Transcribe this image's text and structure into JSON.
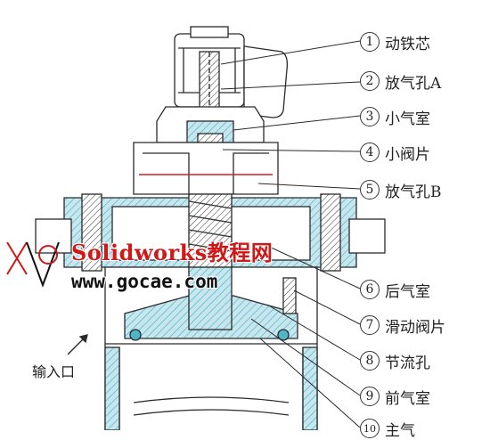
{
  "colors": {
    "line": "#2a2a2a",
    "hatch_cyan": "#4fb5c9",
    "fill_cyan": "#c7e6ee",
    "bore_red": "#d02020",
    "watermark_red": "#d01818"
  },
  "callouts": [
    {
      "num": "1",
      "label": "动铁芯"
    },
    {
      "num": "2",
      "label": "放气孔A"
    },
    {
      "num": "3",
      "label": "小气室"
    },
    {
      "num": "4",
      "label": "小阀片"
    },
    {
      "num": "5",
      "label": "放气孔B"
    },
    {
      "num": "6",
      "label": "后气室"
    },
    {
      "num": "7",
      "label": "滑动阀片"
    },
    {
      "num": "8",
      "label": "节流孔"
    },
    {
      "num": "9",
      "label": "前气室"
    },
    {
      "num": "10",
      "label": "主气"
    }
  ],
  "inlet_label": "输入口",
  "watermark": {
    "brand": "Solidworks教程网",
    "url": "www.gocae.com",
    "logo": "kv-logo-icon"
  }
}
